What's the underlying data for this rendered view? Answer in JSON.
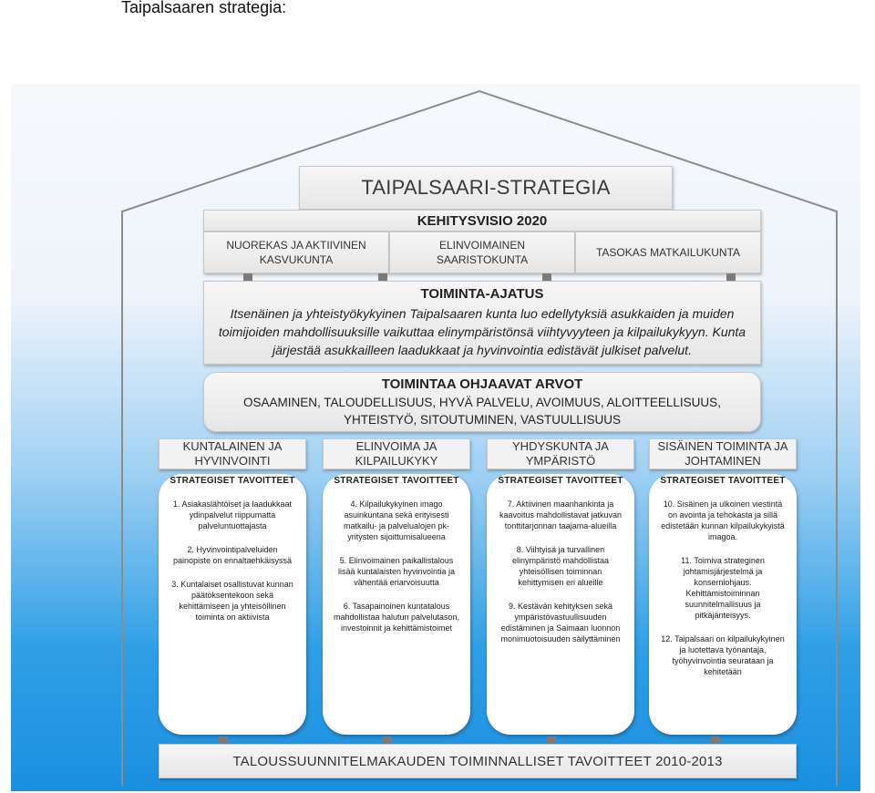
{
  "caption": "Taipalsaaren strategia:",
  "diagram": {
    "title": "TAIPALSAARI-STRATEGIA",
    "vision": {
      "heading": "KEHITYSVISIO 2020",
      "items": [
        "NUOREKAS JA AKTIIVINEN KASVUKUNTA",
        "ELINVOIMAINEN SAARISTOKUNTA",
        "TASOKAS MATKAILUKUNTA"
      ]
    },
    "mission": {
      "heading": "TOIMINTA-AJATUS",
      "text": "Itsenäinen ja yhteistyökykyinen Taipalsaaren kunta luo edellytyksiä asukkaiden ja muiden toimijoiden mahdollisuuksille vaikuttaa elinympäristönsä viihtyvyyteen ja kilpailukykyyn. Kunta järjestää asukkailleen laadukkaat ja hyvinvointia edistävät julkiset palvelut."
    },
    "values": {
      "heading": "TOIMINTAA OHJAAVAT ARVOT",
      "text": "OSAAMINEN, TALOUDELLISUUS, HYVÄ PALVELU, AVOIMUUS, ALOITTEELLISUUS, YHTEISTYÖ, SITOUTUMINEN, VASTUULLISUUS"
    },
    "pillars": [
      {
        "heading": "KUNTALAINEN JA HYVINVOINTI",
        "goals_heading": "STRATEGISET TAVOITTEET",
        "goals": [
          "1. Asiakaslähtöiset ja laadukkaat ydinpalvelut riippumatta palveluntuottajasta",
          "2. Hyvinvointipalveluiden painopiste on ennaltaehkäisyssä",
          "3. Kuntalaiset osallistuvat kunnan päätöksentekoon sekä kehittämiseen ja yhteisöllinen toiminta on aktiivista"
        ]
      },
      {
        "heading": "ELINVOIMA JA KILPAILUKYKY",
        "goals_heading": "STRATEGISET TAVOITTEET",
        "goals": [
          "4. Kilpailukykyinen imago asuinkuntana sekä erityisesti matkailu- ja palvelualojen pk-yritysten sijoittumisalueena",
          "5. Elinvoimainen paikallistalous lisää kuntalaisten hyvinvointia ja vähentää eriarvoisuutta",
          "6. Tasapainoinen kuntatalous mahdollistaa halutun palvelutason, investoinnit ja kehittämistoimet"
        ]
      },
      {
        "heading": "YHDYSKUNTA JA YMPÄRISTÖ",
        "goals_heading": "STRATEGISET TAVOITTEET",
        "goals": [
          "7. Aktiivinen maanhankinta ja kaavoitus mahdollistavat jatkuvan tonttitarjonnan taajama-alueilla",
          "8. Viihtyisä ja turvallinen elinympäristö mahdollistaa yhteisöllisen toiminnan kehittymisen eri alueille",
          "9. Kestävän kehityksen sekä ympäristövastuullisuuden edistäminen ja Saimaan luonnon monimuotoisuuden säilyttäminen"
        ]
      },
      {
        "heading": "SISÄINEN TOIMINTA JA JOHTAMINEN",
        "goals_heading": "STRATEGISET TAVOITTEET",
        "goals": [
          "10. Sisäinen ja ulkoinen viestintä on avointa ja tehokasta ja sillä edistetään kunnan kilpailukykyistä imagoa.",
          "11. Toimiva strateginen johtamisjärjestelmä ja konserniohjaus. Kehittämistoiminnan suunnitelmallisuus ja pitkäjänteisyys.",
          "12. Taipalsaari on kilpailukykyinen ja luotettava työnantaja, työhyvinvointia seurataan ja kehitetään"
        ]
      }
    ],
    "bottom": "TALOUSSUUNNITELMAKAUDEN TOIMINNALLISET TAVOITTEET 2010-2013"
  }
}
